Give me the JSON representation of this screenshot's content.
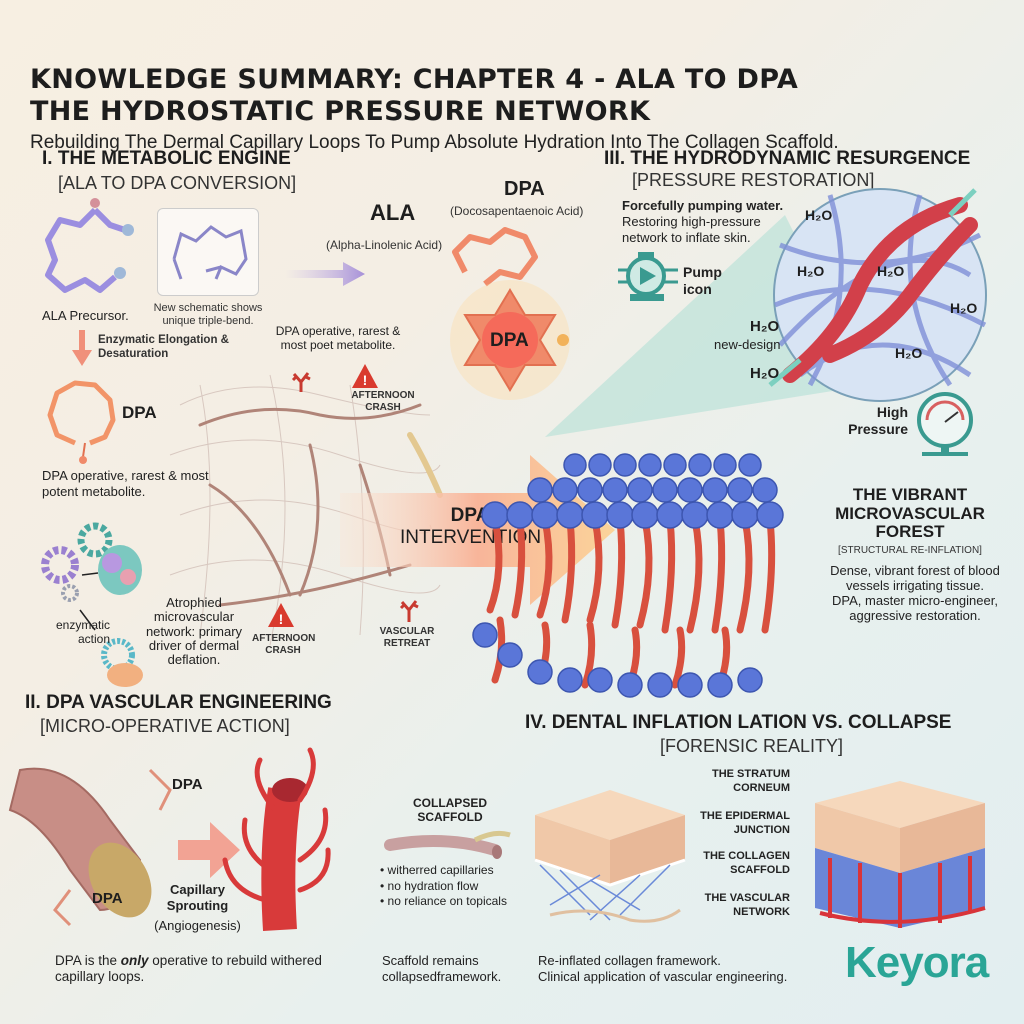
{
  "header": {
    "title_line1": "KNOWLEDGE SUMMARY: CHAPTER 4 - ALA TO DPA",
    "title_line2": "THE HYDROSTATIC PRESSURE NETWORK",
    "subtitle": "Rebuilding The Dermal Capillary Loops To Pump Absolute Hydration Into The Collagen Scaffold."
  },
  "s1": {
    "heading": "I. THE METABOLIC ENGINE",
    "bracket": "[ALA TO DPA CONVERSION]",
    "ala_precursor": "ALA Precursor.",
    "schematic_note": "New schematic shows unique triple-bend.",
    "enzymatic_step": "Enzymatic Elongation & Desaturation",
    "ala_label": "ALA",
    "ala_full": "(Alpha-Linolenic Acid)",
    "dpa_label": "DPA",
    "dpa_full": "(Docosapentaenoic Acid)",
    "dpa_star": "DPA",
    "dpa_note_top": "DPA operative, rarest & most poet metabolite.",
    "dpa_ring": "DPA",
    "dpa_note": "DPA operative, rarest & most potent metabolite.",
    "crash_top": "AFTERNOON CRASH",
    "intervention_1": "DPA",
    "intervention_2": "INTERVENTION",
    "enzymatic_action": "enzymatic action",
    "atrophied": "Atrophied microvascular network: primary driver of dermal deflation.",
    "crash_bottom": "AFTERNOON CRASH",
    "vascular_retreat": "VASCULAR RETREAT"
  },
  "s3": {
    "heading": "III. THE HYDRODYNAMIC RESURGENCE",
    "bracket": "[PRESSURE RESTORATION]",
    "lead": "Forcefully pumping water.",
    "body": "Restoring high-pressure network to inflate skin.",
    "pump_label": "Pump icon",
    "h2o": "H₂O",
    "h2o_left": "H₂O",
    "new_design": "new-design",
    "high_pressure": "High Pressure",
    "forest_title": "THE VIBRANT MICROVASCULAR FOREST",
    "forest_bracket": "[STRUCTURAL RE-INFLATION]",
    "forest_body": "Dense, vibrant forest of blood vessels irrigating tissue. DPA, master micro-engineer, aggressive restoration."
  },
  "s2": {
    "heading": "II. DPA VASCULAR ENGINEERING",
    "bracket": "[MICRO-OPERATIVE ACTION]",
    "dpa_a": "DPA",
    "dpa_b": "DPA",
    "sprouting": "Capillary Sprouting",
    "angiogenesis": "(Angiogenesis)",
    "caption_pre": "DPA is the ",
    "caption_em": "only",
    "caption_post": " operative to rebuild withered capillary loops."
  },
  "s4": {
    "heading": "IV. DENTAL INFLATION LATION VS. COLLAPSE",
    "bracket": "[FORENSIC REALITY]",
    "collapsed": "COLLAPSED SCAFFOLD",
    "bullets": [
      "• witherred capillaries",
      "• no hydration flow",
      "• no reliance on topicals"
    ],
    "layers": [
      "THE STRATUM CORNEUM",
      "THE EPIDERMAL JUNCTION",
      "THE COLLAGEN SCAFFOLD",
      "THE VASCULAR NETWORK"
    ],
    "caption_left": "Scaffold remains collapsedframework.",
    "caption_right_1": "Re-inflated collagen framework.",
    "caption_right_2": "Clinical application of vascular engineering."
  },
  "logo": {
    "text": "Keyora",
    "color": "#2aa596"
  }
}
